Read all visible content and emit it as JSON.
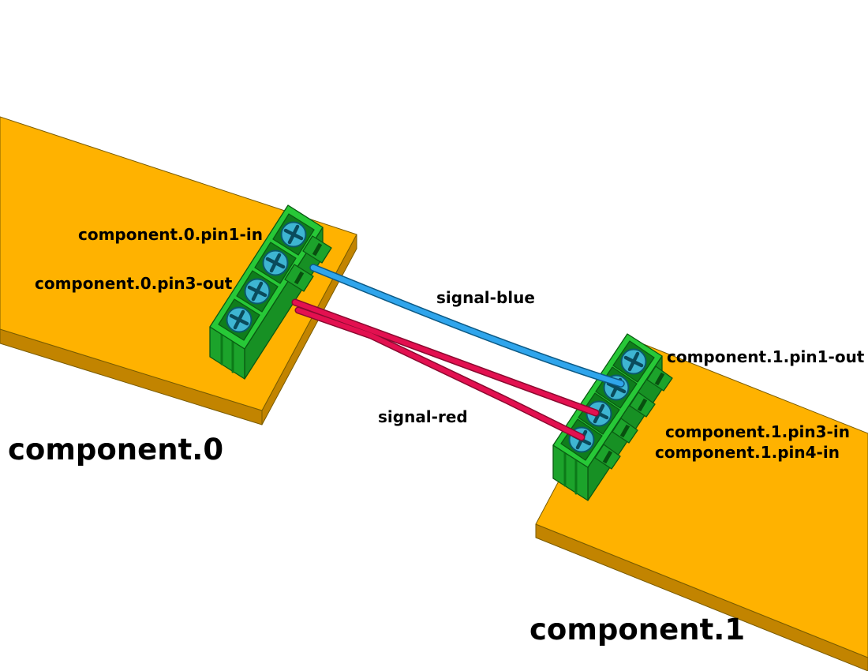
{
  "scene": {
    "background": "#FFFFFF",
    "labels": {
      "c0_title": "component.0",
      "c1_title": "component.1",
      "c0_pin1": "component.0.pin1-in",
      "c0_pin3": "component.0.pin3-out",
      "c1_pin1": "component.1.pin1-out",
      "c1_pin3": "component.1.pin3-in",
      "c1_pin4": "component.1.pin4-in",
      "signal_blue": "signal-blue",
      "signal_red": "signal-red"
    },
    "colors": {
      "board_top": "#FFB200",
      "board_side": "#C28400",
      "connector_top": "#27C837",
      "connector_face": "#1CA32B",
      "connector_side": "#179024",
      "connector_socket": "#0F7D1C",
      "screw": "#3EB5D2",
      "screw_slot": "#0A4B5C",
      "wire_blue": "#2FA5EC",
      "wire_blue_outline": "#0D5A85",
      "wire_red": "#E31050",
      "wire_red_outline": "#8A0A30",
      "text": "#000000"
    }
  }
}
